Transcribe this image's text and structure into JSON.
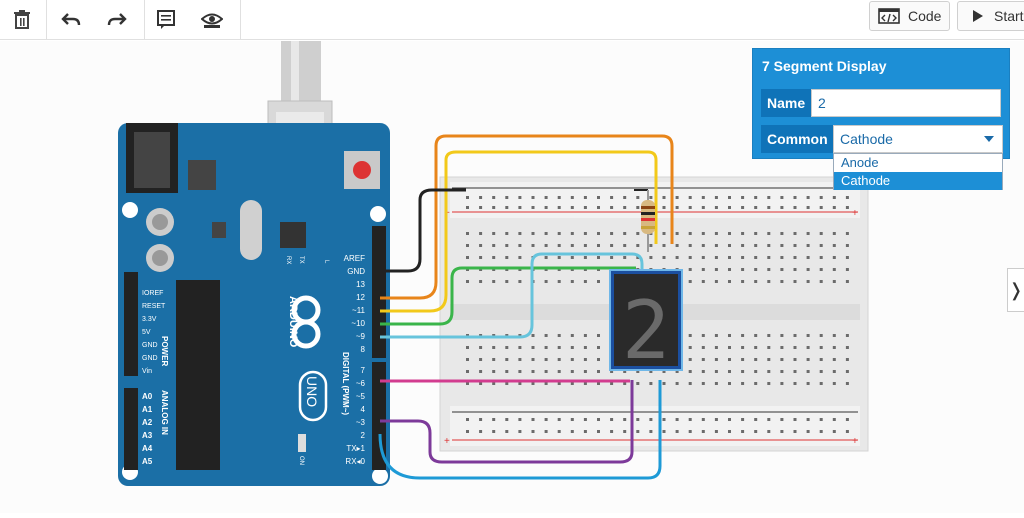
{
  "toolbar": {
    "code_label": "Code",
    "start_label": "Start"
  },
  "panel": {
    "title": "7 Segment Display",
    "name_label": "Name",
    "name_value": "2",
    "common_label": "Common",
    "common_value": "Cathode",
    "options": [
      "Anode",
      "Cathode"
    ]
  },
  "arduino": {
    "brand": "ARDUINO",
    "model": "UNO",
    "power_header": [
      "IOREF",
      "RESET",
      "3.3V",
      "5V",
      "GND",
      "GND",
      "Vin"
    ],
    "power_label": "POWER",
    "analog_pins": [
      "A0",
      "A1",
      "A2",
      "A3",
      "A4",
      "A5"
    ],
    "analog_label": "ANALOG IN",
    "top_pins": [
      "AREF",
      "GND",
      "13",
      "12",
      "~11",
      "~10",
      "~9",
      "8"
    ],
    "bottom_pins": [
      "7",
      "~6",
      "~5",
      "4",
      "~3",
      "2",
      "TX▸1",
      "RX◂0"
    ],
    "digital_label": "DIGITAL (PWM~)",
    "led_tx": "TX",
    "led_rx": "RX",
    "led_l": "L",
    "on_label": "ON"
  },
  "display": {
    "digit": "2"
  },
  "colors": {
    "accent": "#1d8fd6",
    "board": "#1b6fa6"
  }
}
